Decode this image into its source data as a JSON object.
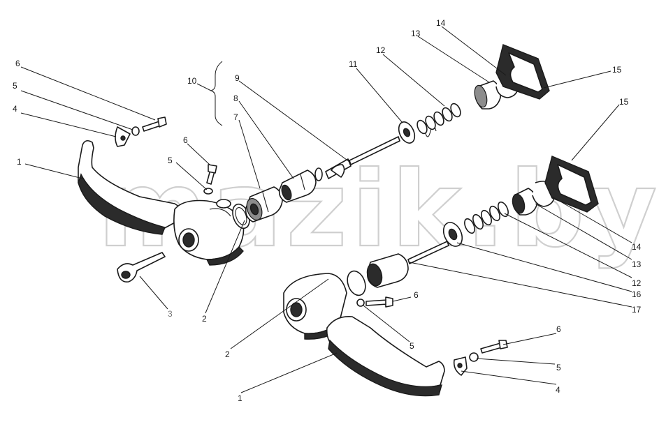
{
  "watermark": "mazik.by",
  "labels": [
    {
      "id": "l1a",
      "text": "1"
    },
    {
      "id": "l1b",
      "text": "1"
    },
    {
      "id": "l2a",
      "text": "2"
    },
    {
      "id": "l2b",
      "text": "2"
    },
    {
      "id": "l3",
      "text": "3"
    },
    {
      "id": "l4a",
      "text": "4"
    },
    {
      "id": "l4b",
      "text": "4"
    },
    {
      "id": "l5a",
      "text": "5"
    },
    {
      "id": "l5b",
      "text": "5"
    },
    {
      "id": "l5c",
      "text": "5"
    },
    {
      "id": "l5d",
      "text": "5"
    },
    {
      "id": "l6a",
      "text": "6"
    },
    {
      "id": "l6b",
      "text": "6"
    },
    {
      "id": "l6c",
      "text": "6"
    },
    {
      "id": "l6d",
      "text": "6"
    },
    {
      "id": "l7",
      "text": "7"
    },
    {
      "id": "l8",
      "text": "8"
    },
    {
      "id": "l9",
      "text": "9"
    },
    {
      "id": "l10",
      "text": "10"
    },
    {
      "id": "l11",
      "text": "11"
    },
    {
      "id": "l12a",
      "text": "12"
    },
    {
      "id": "l12b",
      "text": "12"
    },
    {
      "id": "l13a",
      "text": "13"
    },
    {
      "id": "l13b",
      "text": "13"
    },
    {
      "id": "l14a",
      "text": "14"
    },
    {
      "id": "l14b",
      "text": "14"
    },
    {
      "id": "l15a",
      "text": "15"
    },
    {
      "id": "l15b",
      "text": "15"
    },
    {
      "id": "l16",
      "text": "16"
    },
    {
      "id": "l17",
      "text": "17"
    }
  ]
}
